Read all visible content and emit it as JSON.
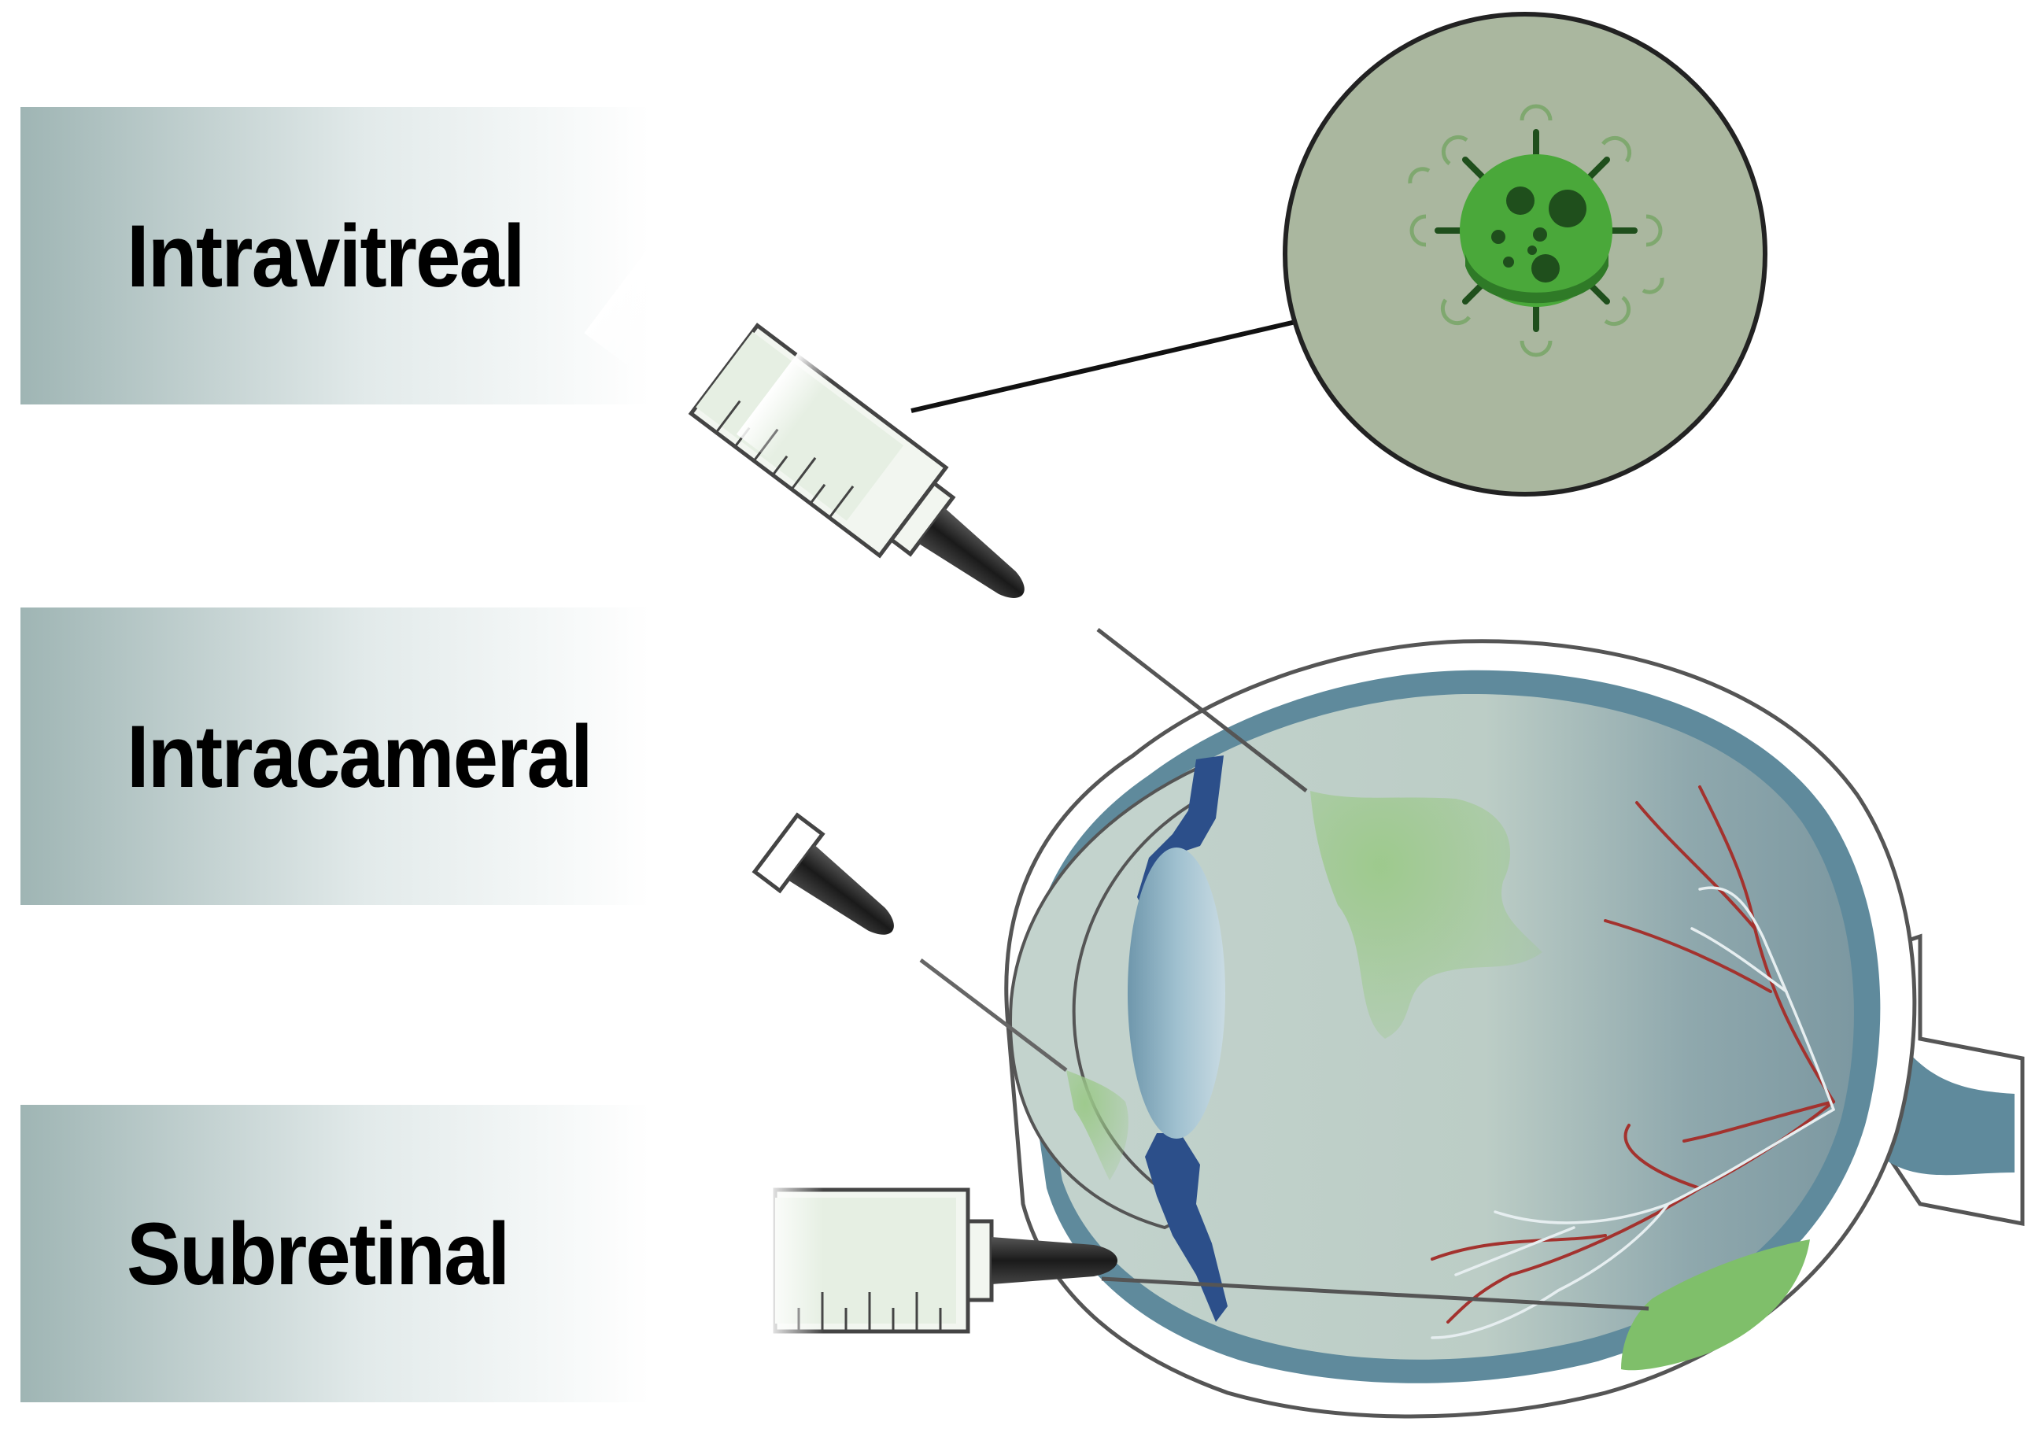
{
  "labels": {
    "intravitreal": "Intravitreal",
    "intracameral": "Intracameral",
    "subretinal": "Subretinal"
  },
  "colors": {
    "band_start": "#9fb5b4",
    "band_end": "#ffffff",
    "vitreous": "#bccdc6",
    "sclera_outline": "#555555",
    "choroid": "#5f8a9c",
    "iris": "#2c4f8a",
    "lens": "#8fb3c4",
    "injection_green": "#9cc98a",
    "subretinal_green": "#7fbf6a",
    "vessel_red": "#a3322e",
    "vessel_white": "#e6eef0",
    "inset_bg": "#aab79f",
    "virus_green": "#4aa83a",
    "virus_dark": "#1f4f1c"
  },
  "icons": [
    "syringe-icon",
    "virus-icon",
    "eye-icon"
  ]
}
